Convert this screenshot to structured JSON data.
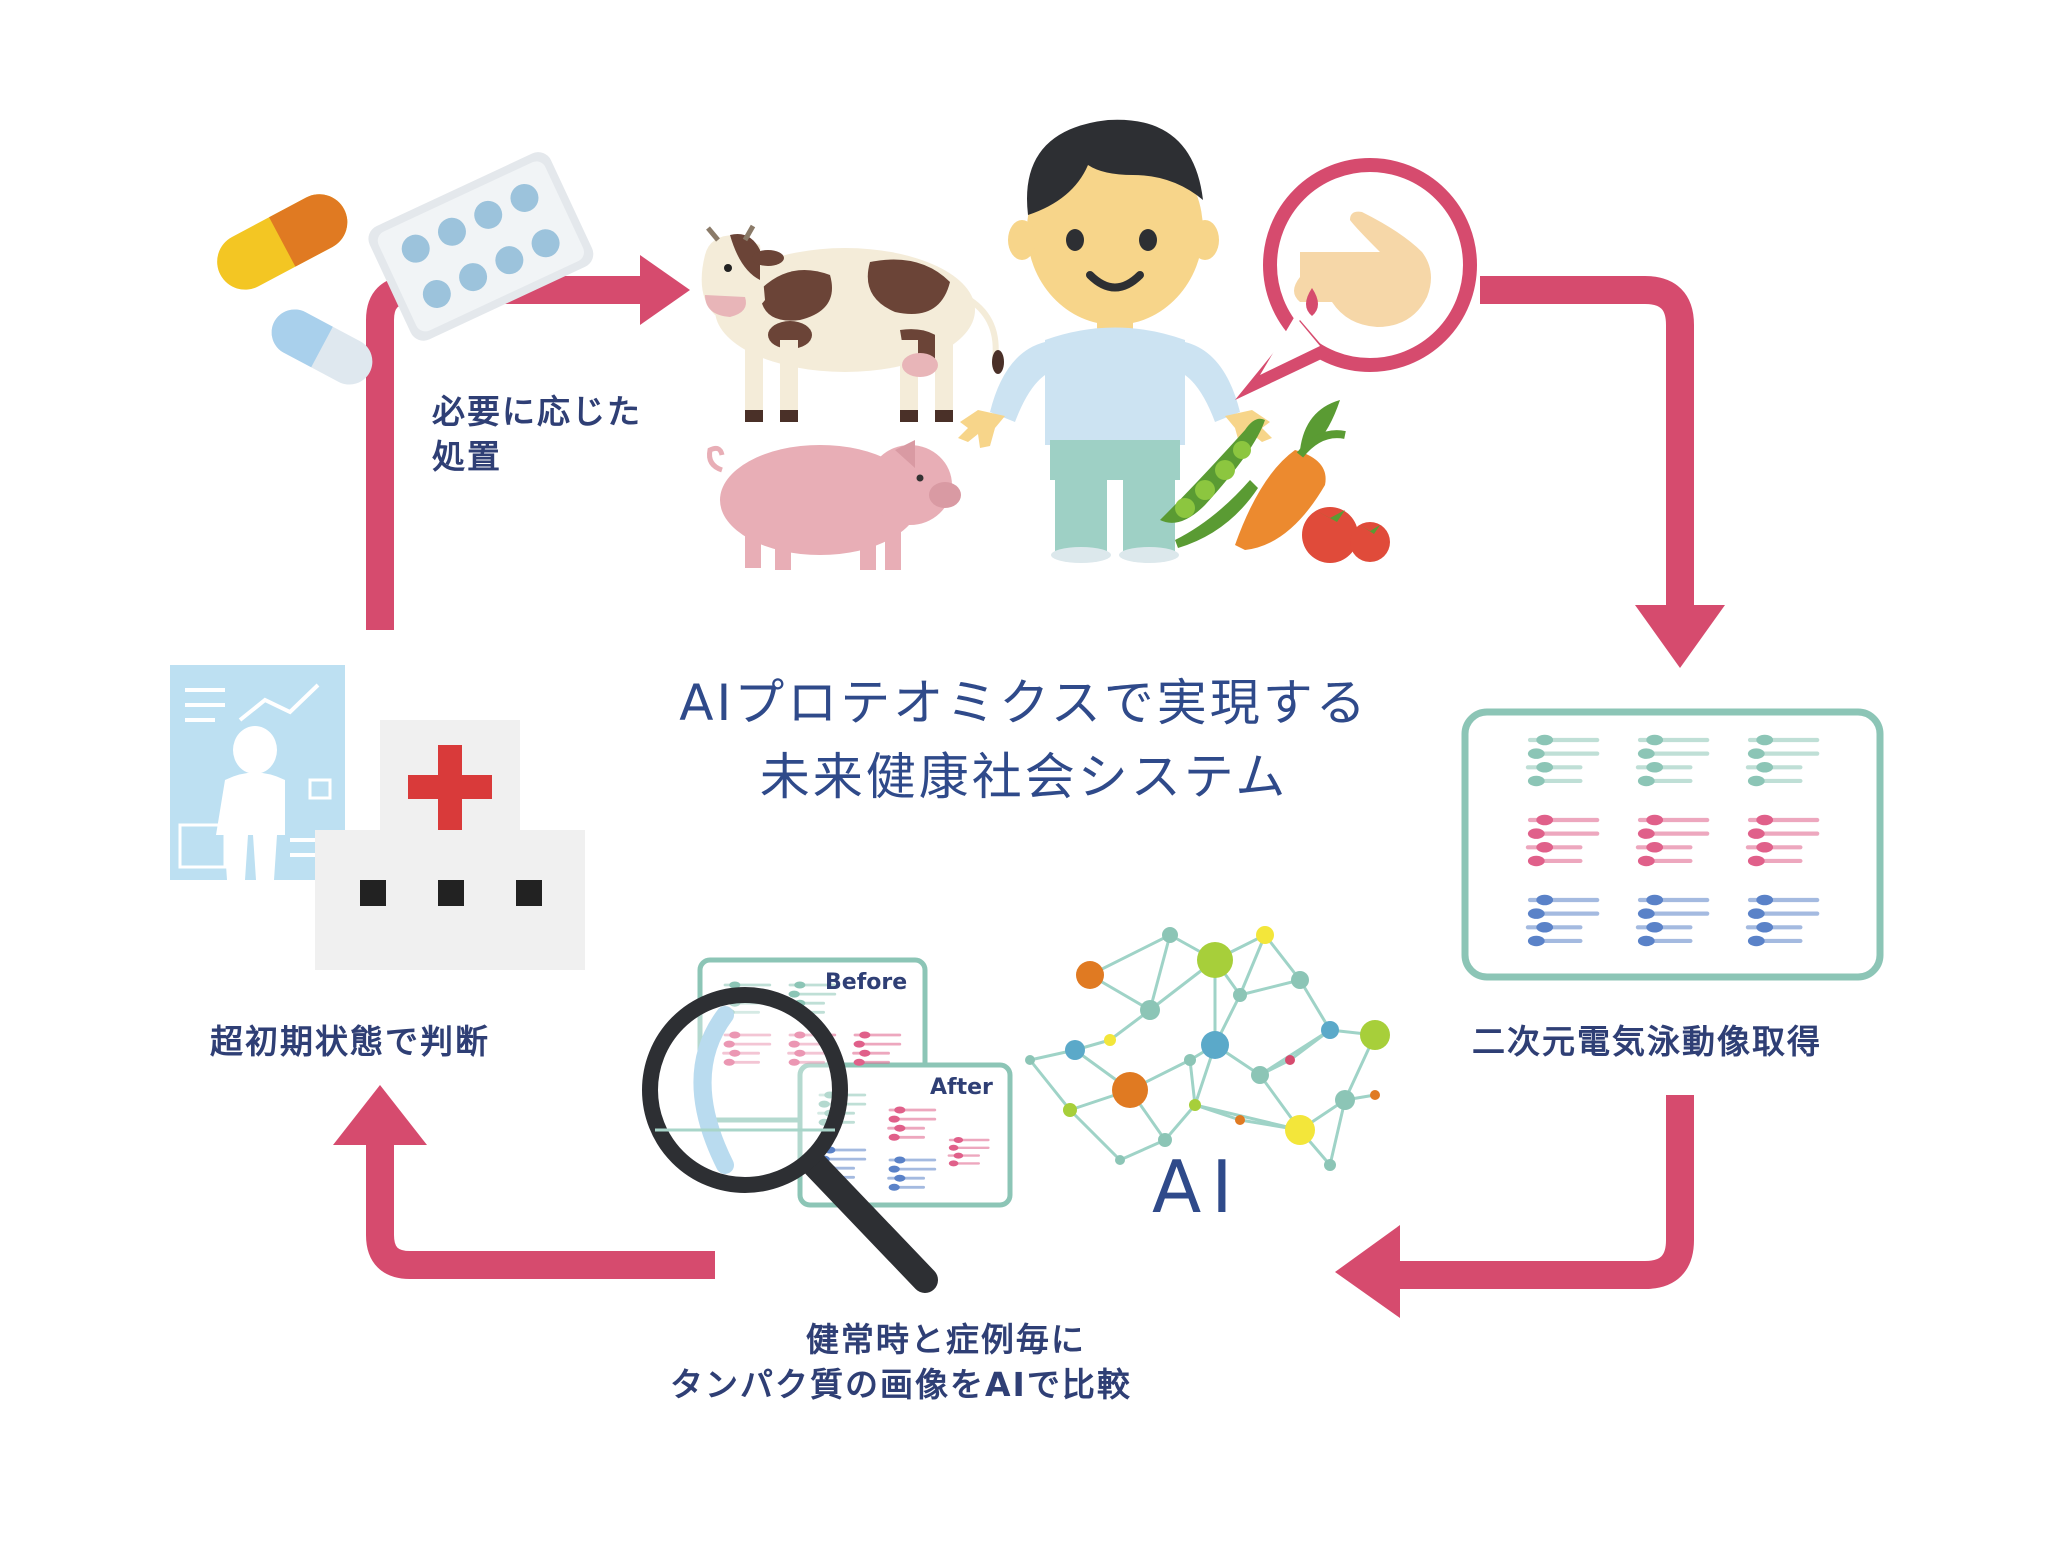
{
  "title": {
    "line1": "AIプロテオミクスで実現する",
    "line2": "未来健康社会システム"
  },
  "steps": {
    "treatment": {
      "line1": "必要に応じた",
      "line2": "処置"
    },
    "electrophoresis": "二次元電気泳動像取得",
    "comparison": {
      "line1": "健常時と症例毎に",
      "line2": "タンパク質の画像をAIで比較"
    },
    "diagnosis": "超初期状態で判断"
  },
  "panels": {
    "before": "Before",
    "after": "After"
  },
  "ai_label": "AI",
  "colors": {
    "cycle_arrow": "#d64b6e",
    "text": "#2f3f75",
    "teal": "#8cc5b6",
    "pink": "#e0608a",
    "blue": "#5a82c8"
  }
}
